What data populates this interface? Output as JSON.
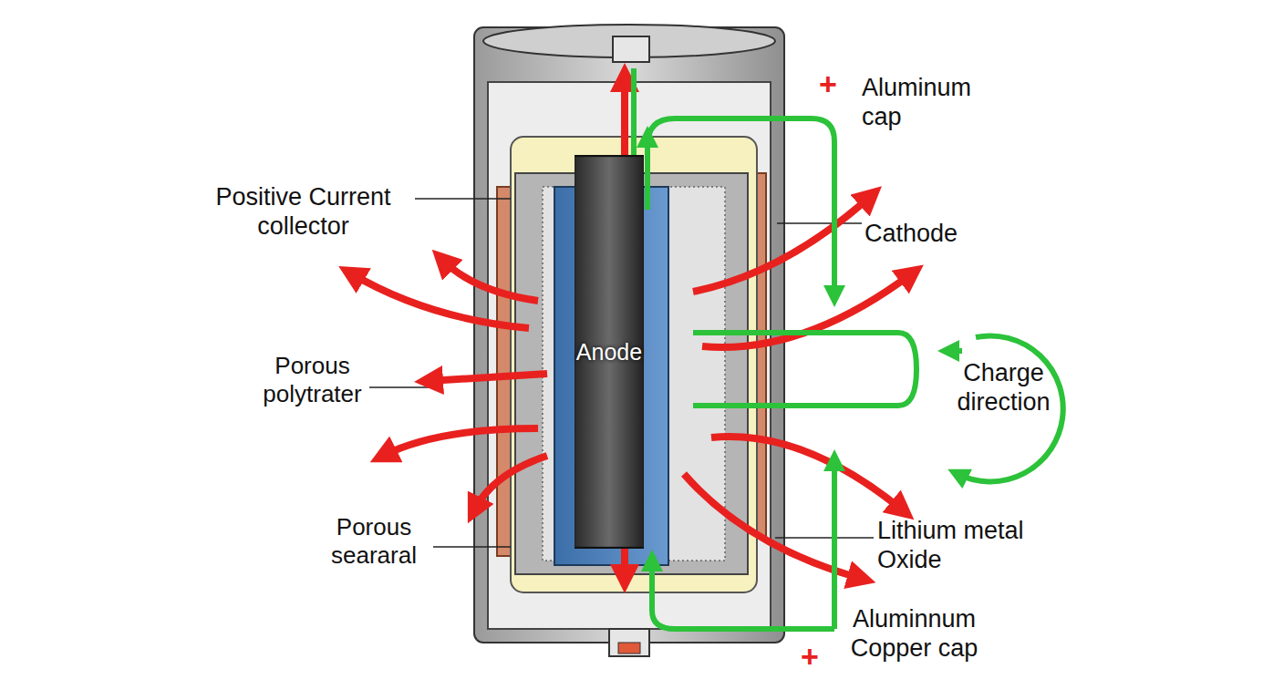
{
  "diagram": {
    "nodes": [
      {
        "text": [
          "Anode"
        ]
      }
    ],
    "labels": [
      "+",
      "Aluminum cap",
      "Positive Current collector",
      "Cathode",
      "Porous polytrater",
      "Charge direction",
      "Porous seararal",
      "Lithium metal Oxide",
      "+",
      "Aluminnum Copper cap"
    ]
  }
}
